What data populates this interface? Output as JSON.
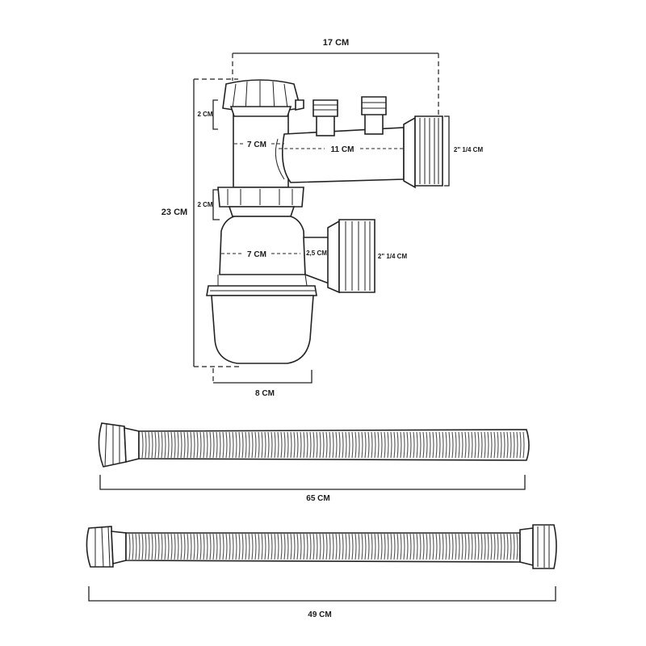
{
  "dimensions": {
    "overall_width": "17 CM",
    "overall_height": "23 CM",
    "upper_collar_height": "2 CM",
    "lower_collar_height": "2 CM",
    "upper_pipe_width": "7 CM",
    "side_branch_length": "11 CM",
    "side_thread": "2\" 1/4 CM",
    "bottle_width": "7 CM",
    "outlet_neck": "2,5 CM",
    "outlet_thread": "2\" 1/4 CM",
    "base_width": "8 CM"
  },
  "hoses": {
    "long_hose_length": "65 CM",
    "short_hose_length": "49 CM"
  }
}
